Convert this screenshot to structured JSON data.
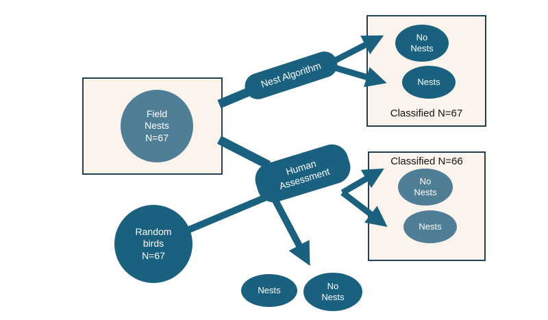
{
  "colors": {
    "dark": "#1a607f",
    "slate": "#4f7e97",
    "panel_fill": "#fcf3ec",
    "panel_border": "#1f4054",
    "caption_text": "#111111",
    "label_text": "#ffffff",
    "background": "#ffffff"
  },
  "nodes": {
    "field_nests": {
      "label": "Field\nNests\nN=67"
    },
    "nest_algorithm": {
      "label": "Nest Algorithm"
    },
    "human_assessment": {
      "label": "Human\nAssessment"
    },
    "random_birds": {
      "label": "Random\nbirds\nN=67"
    },
    "algo_no_nests": {
      "label": "No\nNests"
    },
    "algo_nests": {
      "label": "Nests"
    },
    "algo_caption": {
      "label": "Classified N=67"
    },
    "human_caption": {
      "label": "Classified N=66"
    },
    "human_no_nests": {
      "label": "No\nNests"
    },
    "human_nests": {
      "label": "Nests"
    },
    "random_nests": {
      "label": "Nests"
    },
    "random_no_nests": {
      "label": "No\nNests"
    }
  }
}
